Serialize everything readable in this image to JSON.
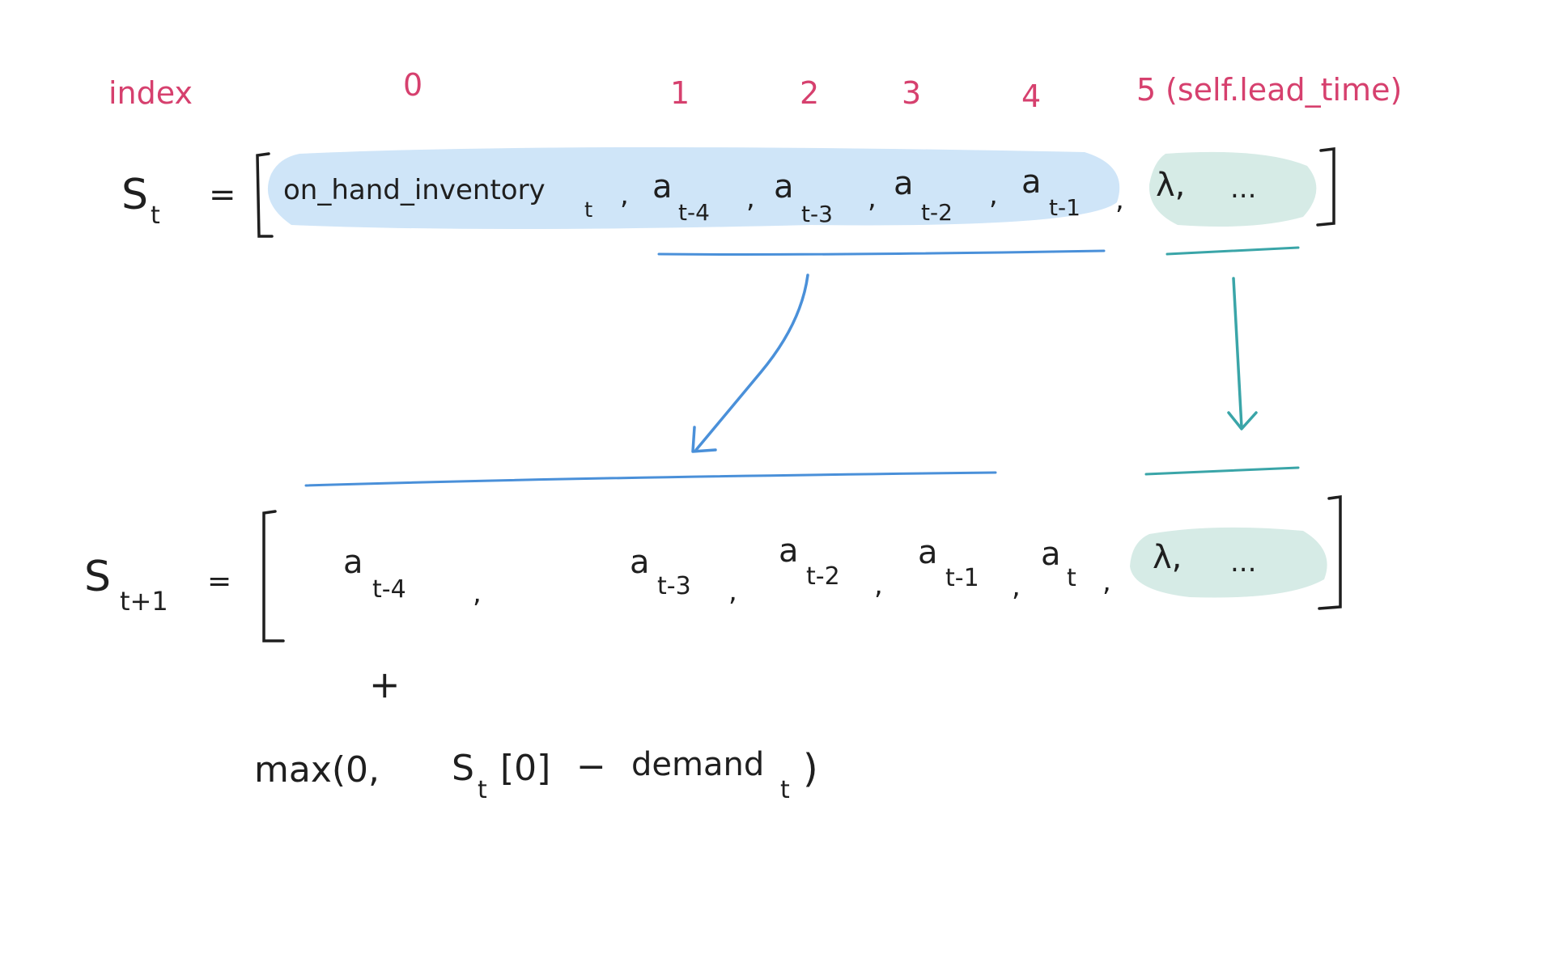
{
  "index_row": {
    "label": "index",
    "i0": "0",
    "i1": "1",
    "i2": "2",
    "i3": "3",
    "i4": "4",
    "i5": "5",
    "i5_note": "(self.lead_time)"
  },
  "state_t": {
    "symbol": "S",
    "subscript": "t",
    "equals": "=",
    "bracket_open": "[",
    "bracket_close": "]",
    "inv": "on_hand_inventory",
    "inv_sub": "t",
    "a4": "a",
    "a4_sub": "t-4",
    "a3": "a",
    "a3_sub": "t-3",
    "a2": "a",
    "a2_sub": "t-2",
    "a1": "a",
    "a1_sub": "t-1",
    "lambda": "λ,",
    "ellipsis": "...",
    "comma": ","
  },
  "state_t1": {
    "symbol": "S",
    "subscript": "t+1",
    "equals": "=",
    "bracket_open": "[",
    "bracket_close": "]",
    "a4": "a",
    "a4_sub": "t-4",
    "a3": "a",
    "a3_sub": "t-3",
    "a2": "a",
    "a2_sub": "t-2",
    "a1": "a",
    "a1_sub": "t-1",
    "a0": "a",
    "a0_sub": "t",
    "lambda": "λ,",
    "ellipsis": "...",
    "comma": ","
  },
  "update": {
    "plus": "+",
    "max_open": "max(0,",
    "s": "S",
    "s_sub": "t",
    "s_index": "[0]",
    "minus": "−",
    "demand": "demand",
    "demand_sub": "t",
    "close": ")"
  },
  "colors": {
    "index": "#d6406e",
    "ink": "#1f1f1f",
    "blue_fill": "#cfe5f8",
    "blue_line": "#4a90d9",
    "teal_fill": "#d6ebe6",
    "teal_line": "#3aa5a8"
  }
}
